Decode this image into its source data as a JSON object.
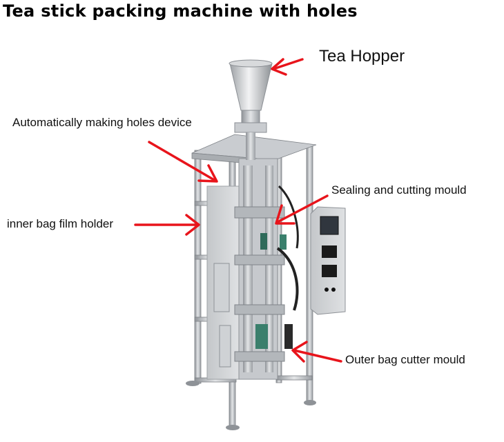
{
  "title": "Tea stick packing machine with holes",
  "labels": {
    "tea_hopper": "Tea Hopper",
    "hole_device": "Automatically making holes device",
    "sealing_mould": "Sealing and cutting mould",
    "film_holder": "inner bag film holder",
    "outer_cutter": "Outer bag cutter mould"
  },
  "colors": {
    "arrow": "#e8141b",
    "frame": "#b9bcc0",
    "panel": "#d3d6d9",
    "button": "#1a1a1a",
    "screen": "#30363e"
  }
}
